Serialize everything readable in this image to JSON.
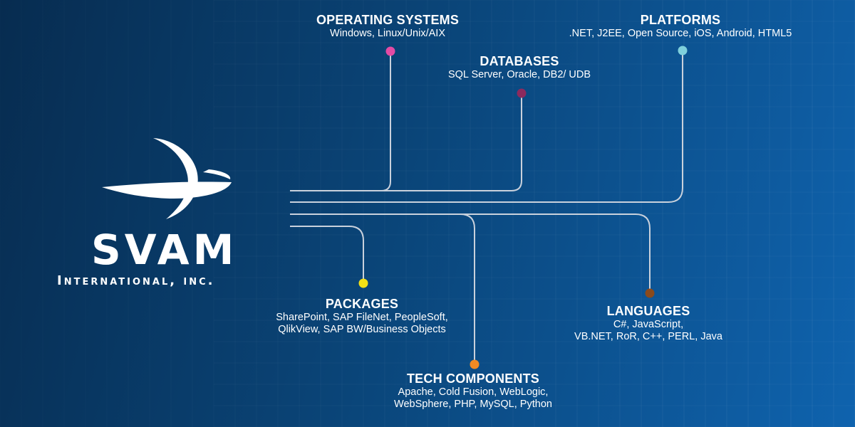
{
  "logo": {
    "name": "SVAM",
    "subtitle": "International, inc."
  },
  "nodes": {
    "operating_systems": {
      "title": "OPERATING SYSTEMS",
      "lines": [
        "Windows, Linux/Unix/AIX"
      ],
      "dot_color": "#e44ba4"
    },
    "platforms": {
      "title": "PLATFORMS",
      "lines": [
        ".NET, J2EE, Open Source, iOS, Android, HTML5"
      ],
      "dot_color": "#7fd0dc"
    },
    "databases": {
      "title": "DATABASES",
      "lines": [
        "SQL Server, Oracle, DB2/ UDB"
      ],
      "dot_color": "#8c2a5e"
    },
    "packages": {
      "title": "PACKAGES",
      "lines": [
        "SharePoint, SAP FileNet, PeopleSoft,",
        "QlikView, SAP BW/Business Objects"
      ],
      "dot_color": "#f3e015"
    },
    "languages": {
      "title": "LANGUAGES",
      "lines": [
        "C#, JavaScript,",
        "VB.NET, RoR, C++, PERL, Java"
      ],
      "dot_color": "#8a4a1c"
    },
    "tech_components": {
      "title": "TECH COMPONENTS",
      "lines": [
        "Apache, Cold Fusion, WebLogic,",
        "WebSphere, PHP, MySQL, Python"
      ],
      "dot_color": "#f08a24"
    }
  }
}
